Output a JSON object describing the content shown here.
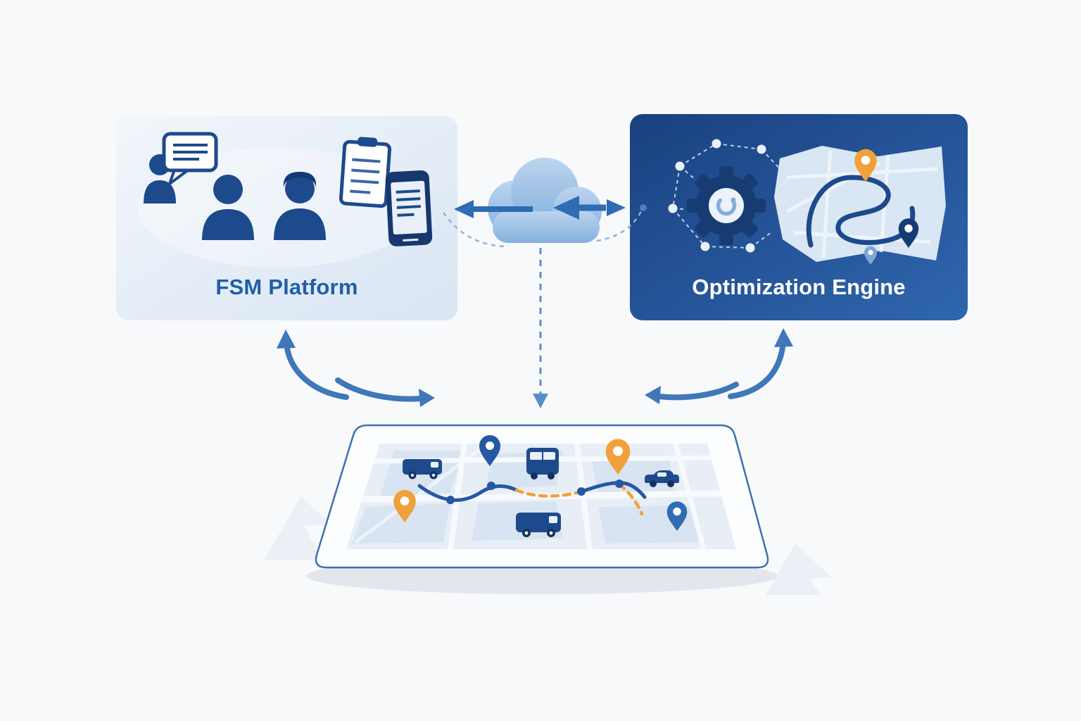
{
  "diagram": {
    "type": "architecture-diagram",
    "panels": [
      {
        "id": "fsm-platform",
        "label": "FSM Platform",
        "style": "light",
        "icons": [
          "chat-person-icon",
          "technician-icon",
          "technician-icon",
          "clipboard-icon",
          "smartphone-icon"
        ]
      },
      {
        "id": "optimization-engine",
        "label": "Optimization Engine",
        "style": "dark",
        "icons": [
          "gear-icon",
          "network-nodes-icon",
          "route-map-icon",
          "location-pin-icon"
        ]
      }
    ],
    "connectors": [
      {
        "id": "cloud-sync",
        "icon": "cloud-icon",
        "kind": "bidirectional-arrows"
      },
      {
        "id": "cloud-to-map",
        "kind": "dashed-arrow-down"
      },
      {
        "id": "map-to-fsm",
        "kind": "curved-arrow-up"
      },
      {
        "id": "fsm-to-map",
        "kind": "curved-arrow-right"
      },
      {
        "id": "map-to-engine",
        "kind": "curved-arrow-up"
      },
      {
        "id": "engine-to-map",
        "kind": "curved-arrow-left"
      }
    ],
    "map_board": {
      "icons": [
        "van-icon",
        "bus-icon",
        "car-icon",
        "van-icon",
        "location-pin-blue",
        "location-pin-orange",
        "location-pin-orange",
        "location-pin-blue"
      ],
      "route": "optimized-route-polyline"
    },
    "colors": {
      "background": "#f8f9fb",
      "panel_light_top": "#f0f5fb",
      "panel_light_bottom": "#dce7f4",
      "panel_dark_top": "#1a4180",
      "panel_dark_bottom": "#2f66ae",
      "navy": "#1d4a8c",
      "accent_blue": "#2e6cb4",
      "cloud_light": "#b9d3ee",
      "cloud_dark": "#8cb6e0",
      "orange": "#f0a13a",
      "white": "#ffffff"
    }
  }
}
